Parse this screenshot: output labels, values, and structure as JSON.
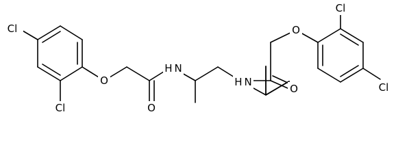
{
  "molecule": {
    "colors": {
      "bond": "#000000",
      "label": "#000000",
      "background": "#ffffff"
    },
    "atom_labels": {
      "cl_top_left": "Cl",
      "cl_bottom_left": "Cl",
      "o_ether_left": "O",
      "o_carbonyl_left": "O",
      "nh_left": "H N",
      "nh_right": "H N",
      "o_carbonyl_right": "O",
      "o_ether_right": "O",
      "cl_top_right": "Cl",
      "cl_bottom_right": "Cl"
    }
  }
}
